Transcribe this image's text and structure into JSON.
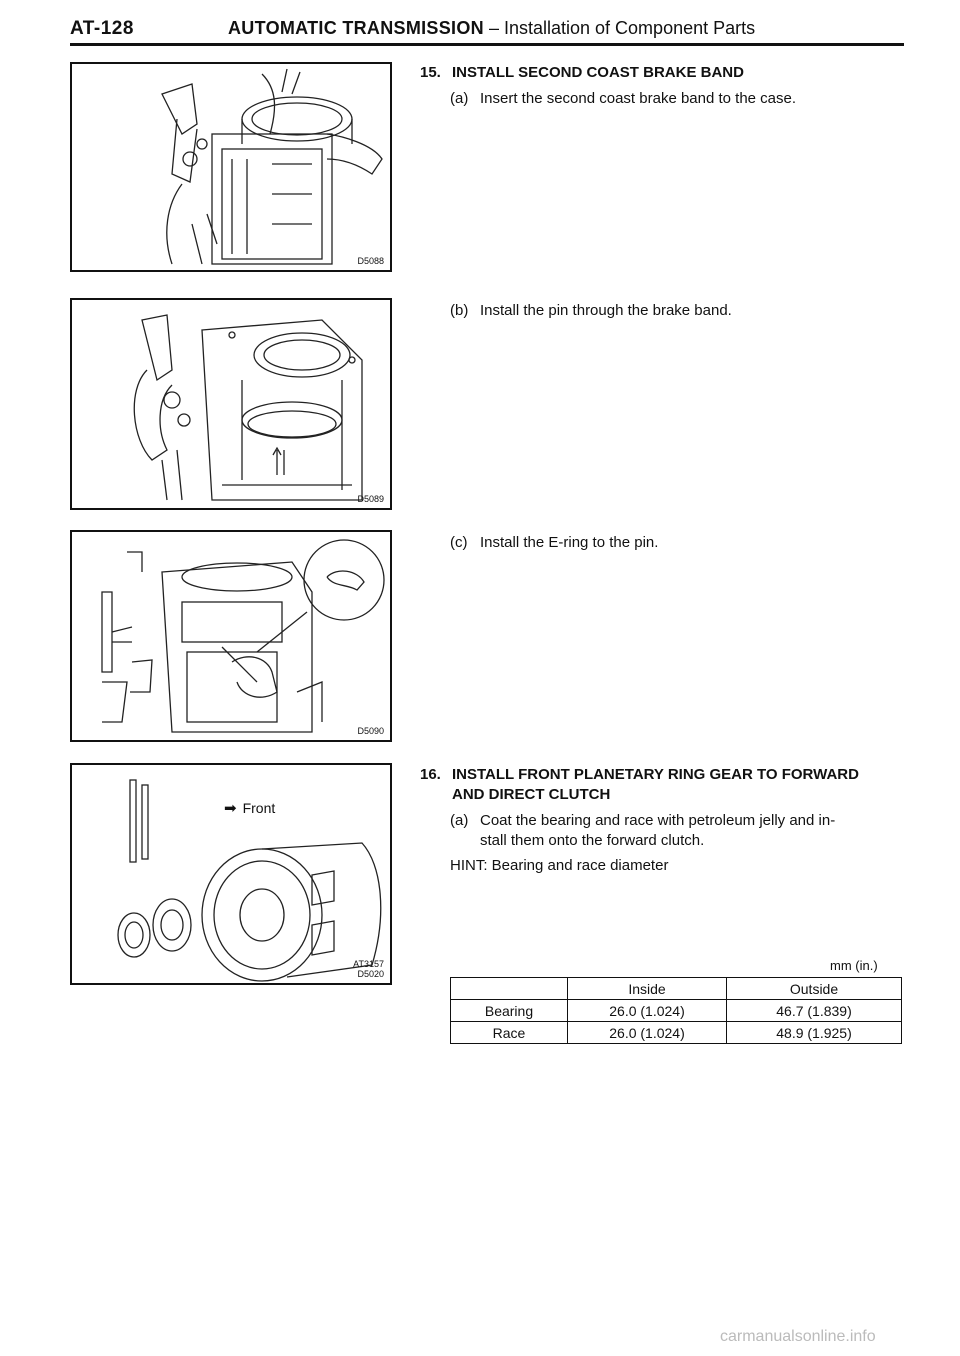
{
  "header": {
    "page_number": "AT-128",
    "section_title": "AUTOMATIC TRANSMISSION",
    "separator": "–",
    "section_subtitle": "Installation of Component Parts"
  },
  "figures": [
    {
      "code": "D5088"
    },
    {
      "code": "D5089"
    },
    {
      "code": "D5090"
    },
    {
      "codes": [
        "AT3157",
        "D5020"
      ],
      "front_label": "Front"
    }
  ],
  "steps": [
    {
      "number": "15.",
      "title": "INSTALL SECOND COAST BRAKE BAND",
      "substeps": [
        {
          "label": "(a)",
          "text": "Insert the second coast brake band to the case."
        },
        {
          "label": "(b)",
          "text": "Install the pin through the brake band."
        },
        {
          "label": "(c)",
          "text": "Install the E-ring to the pin."
        }
      ]
    },
    {
      "number": "16.",
      "title_line1": "INSTALL FRONT PLANETARY RING GEAR TO FORWARD",
      "title_line2": "AND DIRECT CLUTCH",
      "substeps": [
        {
          "label": "(a)",
          "text_line1": "Coat the bearing and race with petroleum jelly and in-",
          "text_line2": "stall them onto the forward clutch."
        }
      ],
      "hint": "HINT:  Bearing and race diameter"
    }
  ],
  "table": {
    "unit": "mm (in.)",
    "headers": [
      "",
      "Inside",
      "Outside"
    ],
    "rows": [
      [
        "Bearing",
        "26.0 (1.024)",
        "46.7 (1.839)"
      ],
      [
        "Race",
        "26.0 (1.024)",
        "48.9 (1.925)"
      ]
    ]
  },
  "watermark": "carmanualsonline.info"
}
